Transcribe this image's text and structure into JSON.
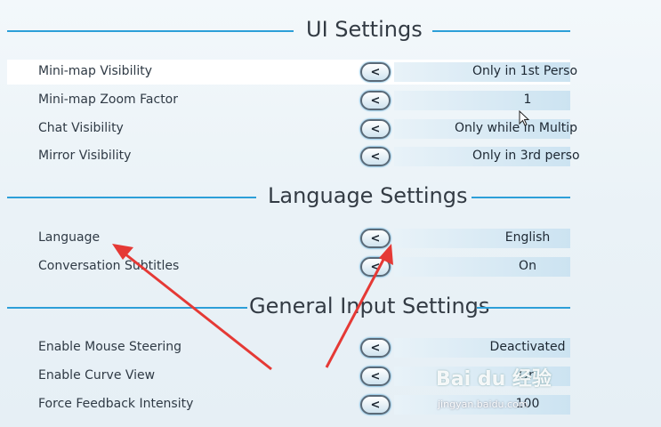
{
  "sections": {
    "ui": {
      "title": "UI Settings"
    },
    "language": {
      "title": "Language Settings"
    },
    "input": {
      "title": "General Input Settings"
    }
  },
  "ui_rows": [
    {
      "label": "Mini-map Visibility",
      "value": "Only in 1st Perso"
    },
    {
      "label": "Mini-map Zoom Factor",
      "value": "1"
    },
    {
      "label": "Chat Visibility",
      "value": "Only while in Multip"
    },
    {
      "label": "Mirror Visibility",
      "value": "Only in 3rd perso"
    }
  ],
  "language_rows": [
    {
      "label": "Language",
      "value": "English"
    },
    {
      "label": "Conversation Subtitles",
      "value": "On"
    }
  ],
  "input_rows": [
    {
      "label": "Enable Mouse Steering",
      "value": "Deactivated"
    },
    {
      "label": "Enable Curve View",
      "value": "On"
    },
    {
      "label": "Force Feedback Intensity",
      "value": "100"
    }
  ],
  "button_glyph": "<",
  "watermark": {
    "logo": "Bai du 经验",
    "sub": "jingyan.baidu.com"
  },
  "colors": {
    "accent_line": "#2d9fd8",
    "annotation_arrow": "#e53935"
  }
}
